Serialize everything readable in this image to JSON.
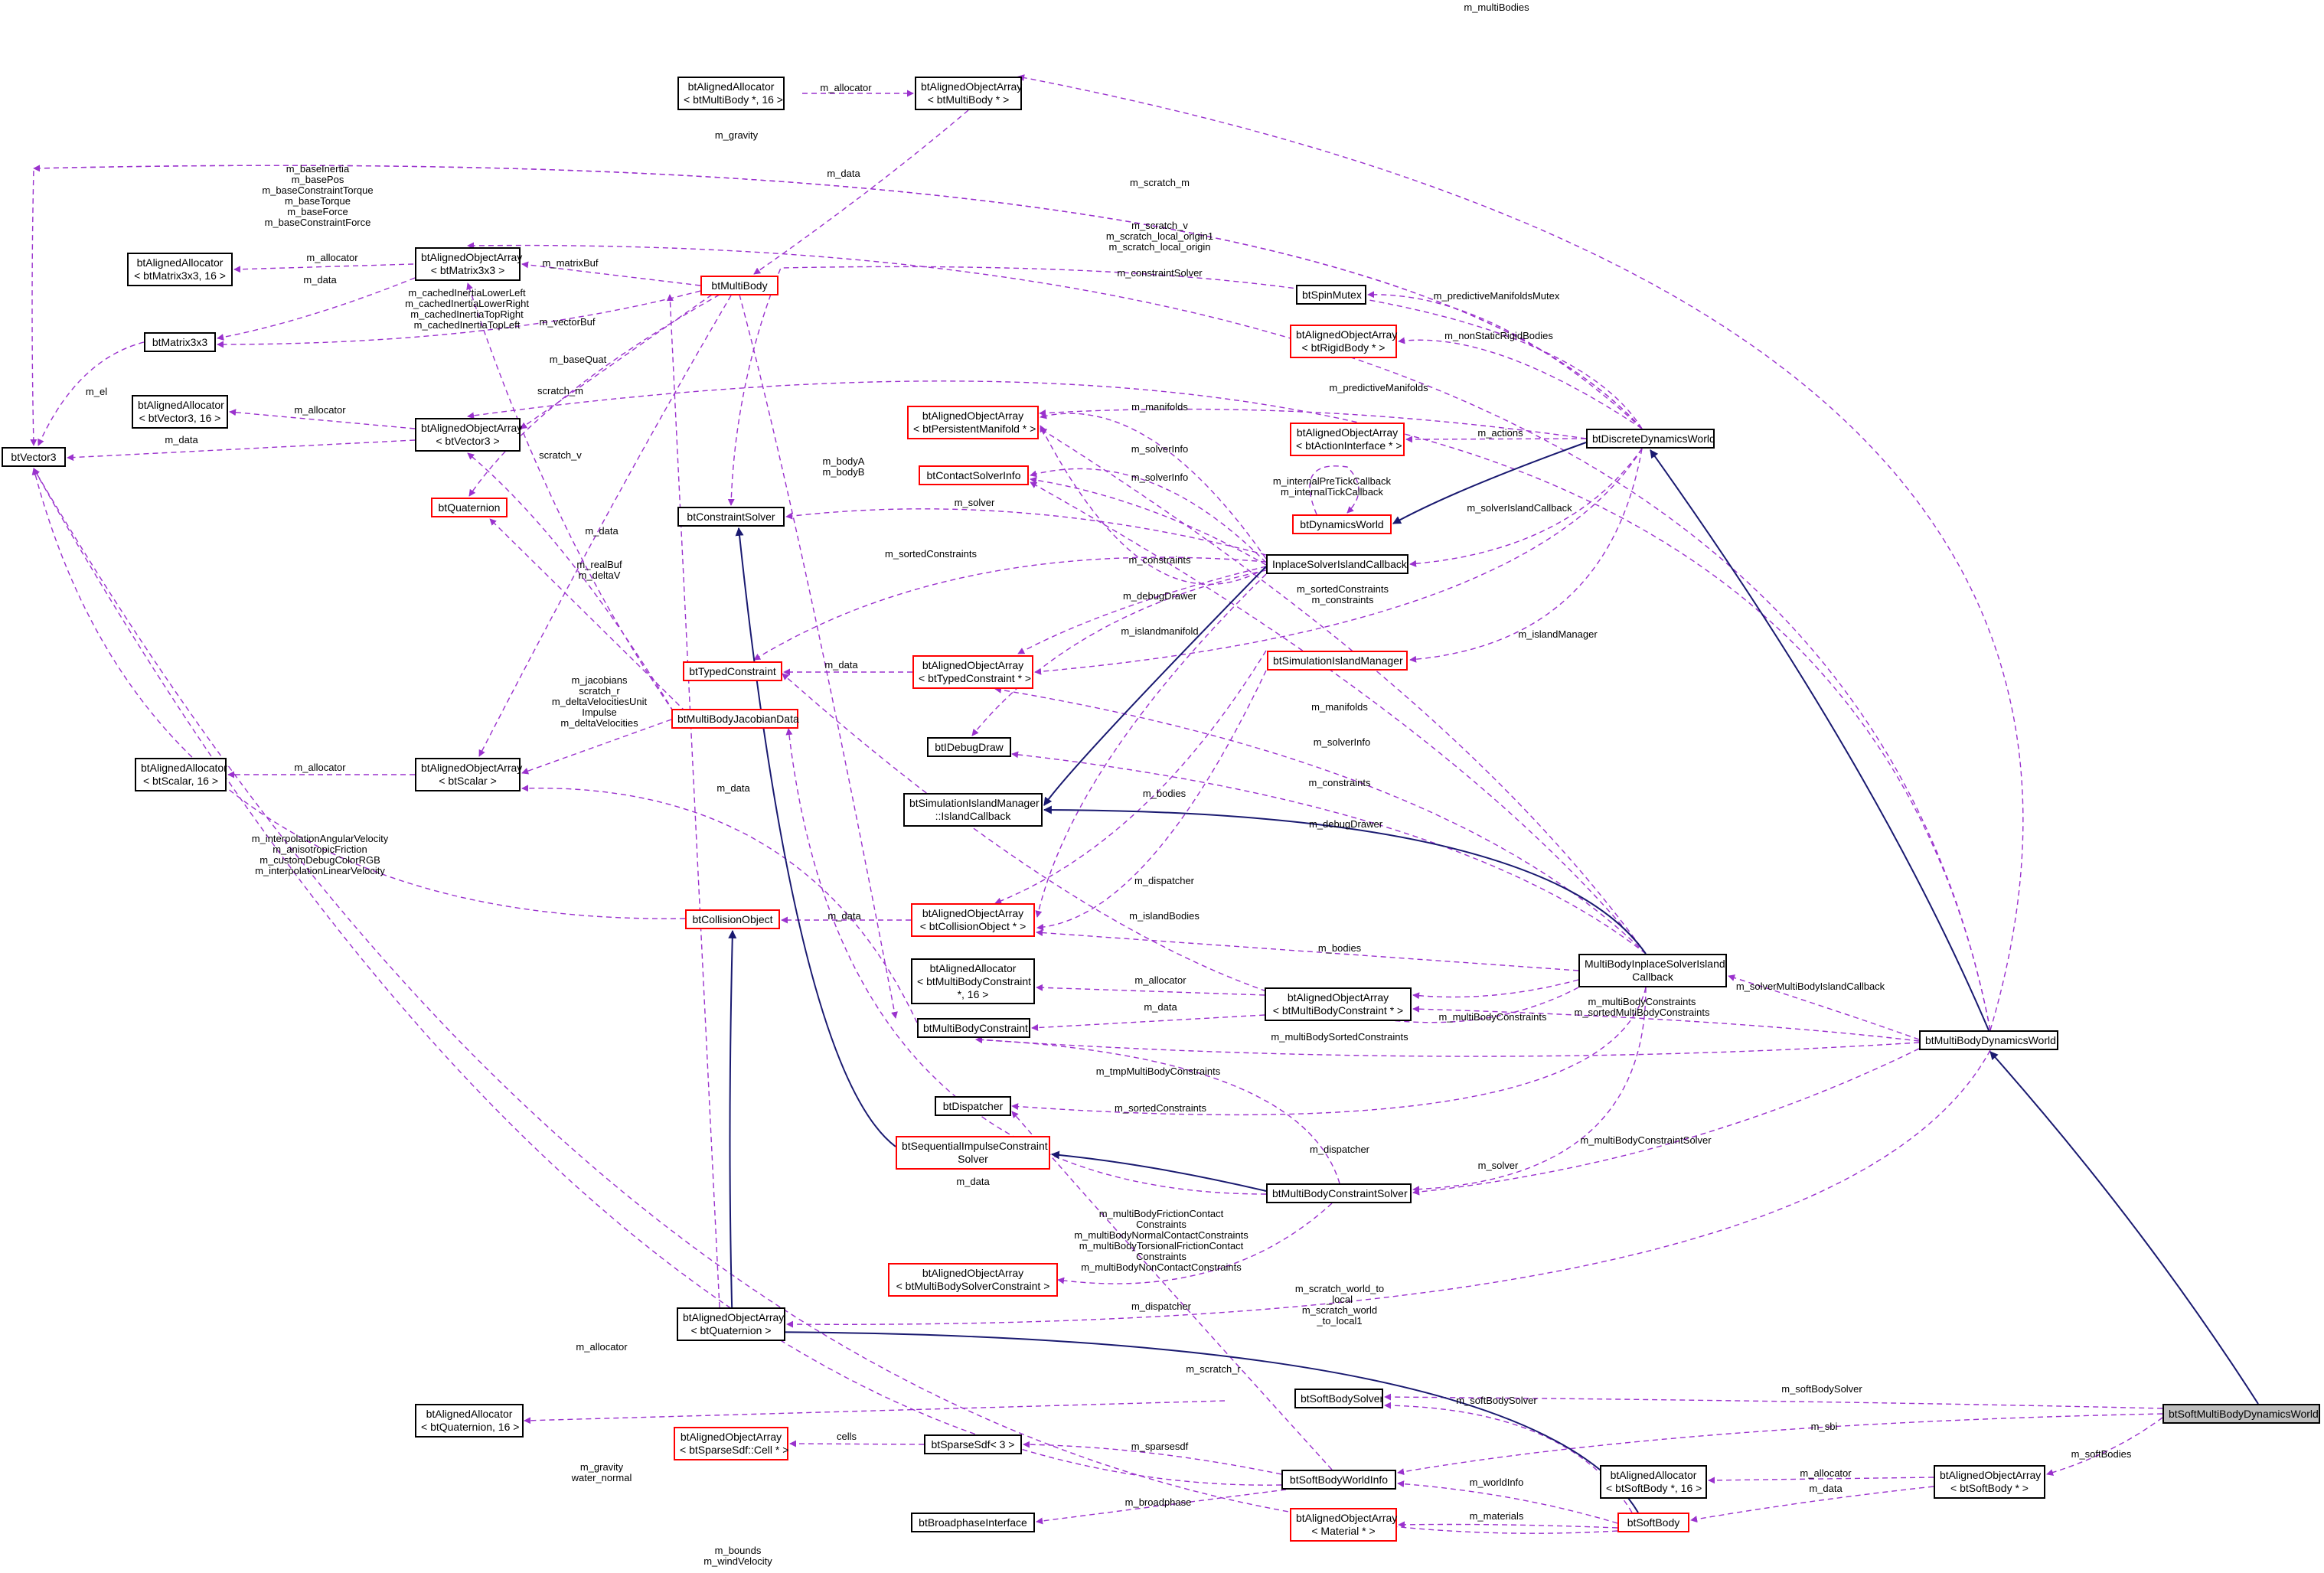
{
  "nodes": {
    "btVector3": [
      "btVector3"
    ],
    "alloc_mb": [
      "btAlignedAllocator",
      "< btMultiBody *, 16 >"
    ],
    "arr_mb": [
      "btAlignedObjectArray",
      "< btMultiBody * >"
    ],
    "alloc_m33": [
      "btAlignedAllocator",
      "< btMatrix3x3, 16 >"
    ],
    "arr_m33": [
      "btAlignedObjectArray",
      "< btMatrix3x3 >"
    ],
    "btMultiBody": [
      "btMultiBody"
    ],
    "btMatrix3x3": [
      "btMatrix3x3"
    ],
    "alloc_v3": [
      "btAlignedAllocator",
      "< btVector3, 16 >"
    ],
    "arr_v3": [
      "btAlignedObjectArray",
      "< btVector3 >"
    ],
    "btQuaternion": [
      "btQuaternion"
    ],
    "alloc_sc": [
      "btAlignedAllocator",
      "< btScalar, 16 >"
    ],
    "arr_sc": [
      "btAlignedObjectArray",
      "< btScalar >"
    ],
    "btSpinMutex": [
      "btSpinMutex"
    ],
    "arr_rb": [
      "btAlignedObjectArray",
      "< btRigidBody * >"
    ],
    "arr_pm": [
      "btAlignedObjectArray",
      "< btPersistentManifold * >"
    ],
    "arr_ai": [
      "btAlignedObjectArray",
      "< btActionInterface * >"
    ],
    "btDiscreteDynamicsWorld": [
      "btDiscreteDynamicsWorld"
    ],
    "btContactSolverInfo": [
      "btContactSolverInfo"
    ],
    "btDynamicsWorld": [
      "btDynamicsWorld"
    ],
    "btConstraintSolver": [
      "btConstraintSolver"
    ],
    "InplaceSolverIslandCallback": [
      "InplaceSolverIslandCallback"
    ],
    "btTypedConstraint": [
      "btTypedConstraint"
    ],
    "arr_tc": [
      "btAlignedObjectArray",
      "< btTypedConstraint * >"
    ],
    "btSimulationIslandManager": [
      "btSimulationIslandManager"
    ],
    "btMultiBodyJacobianData": [
      "btMultiBodyJacobianData"
    ],
    "btIDebugDraw": [
      "btIDebugDraw"
    ],
    "IslandCallback": [
      "btSimulationIslandManager",
      "::IslandCallback"
    ],
    "btCollisionObject": [
      "btCollisionObject"
    ],
    "arr_co": [
      "btAlignedObjectArray",
      "< btCollisionObject * >"
    ],
    "MultiBodyInplaceSolverIslandCallback": [
      "MultiBodyInplaceSolverIsland",
      "Callback"
    ],
    "alloc_mbc": [
      "btAlignedAllocator",
      "< btMultiBodyConstraint",
      "*, 16 >"
    ],
    "arr_mbc": [
      "btAlignedObjectArray",
      "< btMultiBodyConstraint * >"
    ],
    "btMultiBodyConstraint": [
      "btMultiBodyConstraint"
    ],
    "btMultiBodyDynamicsWorld": [
      "btMultiBodyDynamicsWorld"
    ],
    "btDispatcher": [
      "btDispatcher"
    ],
    "btSequentialImpulseConstraintSolver": [
      "btSequentialImpulseConstraint",
      "Solver"
    ],
    "btMultiBodyConstraintSolver": [
      "btMultiBodyConstraintSolver"
    ],
    "arr_mbsc": [
      "btAlignedObjectArray",
      "< btMultiBodySolverConstraint >"
    ],
    "arr_q": [
      "btAlignedObjectArray",
      "< btQuaternion >"
    ],
    "btSoftBodySolver": [
      "btSoftBodySolver"
    ],
    "btSoftMultiBodyDynamicsWorld": [
      "btSoftMultiBodyDynamicsWorld"
    ],
    "alloc_q": [
      "btAlignedAllocator",
      "< btQuaternion, 16 >"
    ],
    "arr_sdf": [
      "btAlignedObjectArray",
      "< btSparseSdf::Cell * >"
    ],
    "btSparseSdf": [
      "btSparseSdf< 3 >"
    ],
    "btSoftBodyWorldInfo": [
      "btSoftBodyWorldInfo"
    ],
    "alloc_sb": [
      "btAlignedAllocator",
      "< btSoftBody *, 16 >"
    ],
    "arr_sb": [
      "btAlignedObjectArray",
      "< btSoftBody * >"
    ],
    "btBroadphaseInterface": [
      "btBroadphaseInterface"
    ],
    "arr_mat": [
      "btAlignedObjectArray",
      "< Material * >"
    ],
    "btSoftBody": [
      "btSoftBody"
    ]
  },
  "labels": {
    "m_multiBodies": [
      "m_multiBodies"
    ],
    "m_allocator_mb": [
      "m_allocator"
    ],
    "m_gravity_top": [
      "m_gravity"
    ],
    "m_data_mb": [
      "m_data"
    ],
    "m_scratch_m": [
      "m_scratch_m"
    ],
    "base_group": [
      "m_baseInertia",
      "m_basePos",
      "m_baseConstraintTorque",
      "m_baseTorque",
      "m_baseForce",
      "m_baseConstraintForce"
    ],
    "scratch_v_group": [
      "m_scratch_v",
      "m_scratch_local_origin1",
      "m_scratch_local_origin"
    ],
    "m_constraintSolver": [
      "m_constraintSolver"
    ],
    "m_allocator_m33": [
      "m_allocator"
    ],
    "m_matrixBuf": [
      "m_matrixBuf"
    ],
    "m_data_m33": [
      "m_data"
    ],
    "cached_group": [
      "m_cachedInertiaLowerLeft",
      "m_cachedInertiaLowerRight",
      "m_cachedInertiaTopRight",
      "m_cachedInertiaTopLeft"
    ],
    "m_vectorBuf": [
      "m_vectorBuf"
    ],
    "m_predictiveManifoldsMutex": [
      "m_predictiveManifoldsMutex"
    ],
    "m_nonStaticRigidBodies": [
      "m_nonStaticRigidBodies"
    ],
    "m_el": [
      "m_el"
    ],
    "m_allocator_v3": [
      "m_allocator"
    ],
    "m_baseQuat": [
      "m_baseQuat"
    ],
    "scratch_m": [
      "scratch_m"
    ],
    "m_data_v3": [
      "m_data"
    ],
    "m_predictiveManifolds": [
      "m_predictiveManifolds"
    ],
    "m_manifolds_top": [
      "m_manifolds"
    ],
    "m_actions": [
      "m_actions"
    ],
    "scratch_v": [
      "scratch_v"
    ],
    "m_bodyAB": [
      "m_bodyA",
      "m_bodyB"
    ],
    "m_solverInfo_a": [
      "m_solverInfo"
    ],
    "m_solverInfo_b": [
      "m_solverInfo"
    ],
    "m_internalTick": [
      "m_internalPreTickCallback",
      "m_internalTickCallback"
    ],
    "m_solver_top": [
      "m_solver"
    ],
    "m_solverIslandCallback": [
      "m_solverIslandCallback"
    ],
    "m_data_q": [
      "m_data"
    ],
    "m_realBuf": [
      "m_realBuf",
      "m_deltaV"
    ],
    "m_sortedConstraints_top": [
      "m_sortedConstraints"
    ],
    "m_constraints_top": [
      "m_constraints"
    ],
    "m_debugDrawer_top": [
      "m_debugDrawer"
    ],
    "sorted_constraints_pair": [
      "m_sortedConstraints",
      "m_constraints"
    ],
    "m_islandmanifold": [
      "m_islandmanifold"
    ],
    "m_islandManager": [
      "m_islandManager"
    ],
    "m_data_tc": [
      "m_data"
    ],
    "jacobian_group": [
      "m_jacobians",
      "scratch_r",
      "m_deltaVelocitiesUnit",
      "Impulse",
      "m_deltaVelocities"
    ],
    "m_manifolds_mid": [
      "m_manifolds"
    ],
    "m_allocator_sc": [
      "m_allocator"
    ],
    "m_solverInfo_mid": [
      "m_solverInfo"
    ],
    "m_data_sc": [
      "m_data"
    ],
    "m_constraints_mid": [
      "m_constraints"
    ],
    "m_bodies_top": [
      "m_bodies"
    ],
    "m_debugDrawer_mid": [
      "m_debugDrawer"
    ],
    "interp_group": [
      "m_interpolationAngularVelocity",
      "m_anisotropicFriction",
      "m_customDebugColorRGB",
      "m_interpolationLinearVelocity"
    ],
    "m_dispatcher_top": [
      "m_dispatcher"
    ],
    "m_data_co": [
      "m_data"
    ],
    "m_islandBodies": [
      "m_islandBodies"
    ],
    "m_bodies_mid": [
      "m_bodies"
    ],
    "m_allocator_mbc": [
      "m_allocator"
    ],
    "m_solverMultiBodyIslandCallback": [
      "m_solverMultiBodyIslandCallback"
    ],
    "m_data_mbc": [
      "m_data"
    ],
    "mb_constraints_pair": [
      "m_multiBodyConstraints",
      "m_sortedMultiBodyConstraints"
    ],
    "m_multiBodyConstraints_mid": [
      "m_multiBodyConstraints"
    ],
    "m_multiBodySortedConstraints": [
      "m_multiBodySortedConstraints"
    ],
    "m_tmpMultiBodyConstraints": [
      "m_tmpMultiBodyConstraints"
    ],
    "m_sortedConstraints_mid": [
      "m_sortedConstraints"
    ],
    "m_dispatcher_mid": [
      "m_dispatcher"
    ],
    "m_multiBodyConstraintSolver": [
      "m_multiBodyConstraintSolver"
    ],
    "m_solver_bottom": [
      "m_solver"
    ],
    "m_data_jac": [
      "m_data"
    ],
    "contact_group": [
      "m_multiBodyFrictionContact",
      "Constraints",
      "m_multiBodyNormalContactConstraints",
      "m_multiBodyTorsionalFrictionContact",
      "Constraints",
      "m_multiBodyNonContactConstraints"
    ],
    "m_dispatcher_bottom": [
      "m_dispatcher"
    ],
    "scratch_world_group": [
      "m_scratch_world_to",
      "_local",
      "m_scratch_world",
      "_to_local1"
    ],
    "m_allocator_q": [
      "m_allocator"
    ],
    "m_scratch_r": [
      "m_scratch_r"
    ],
    "m_softBodySolver_top": [
      "m_softBodySolver"
    ],
    "m_softBodySolver_mid": [
      "m_softBodySolver"
    ],
    "m_sbi": [
      "m_sbi"
    ],
    "cells": [
      "cells"
    ],
    "m_sparsesdf": [
      "m_sparsesdf"
    ],
    "m_softBodies": [
      "m_softBodies"
    ],
    "gravity_water": [
      "m_gravity",
      "water_normal"
    ],
    "m_worldInfo": [
      "m_worldInfo"
    ],
    "m_allocator_sb": [
      "m_allocator"
    ],
    "m_data_sb": [
      "m_data"
    ],
    "m_broadphase": [
      "m_broadphase"
    ],
    "m_materials": [
      "m_materials"
    ],
    "bounds_group": [
      "m_bounds",
      "m_windVelocity"
    ]
  },
  "colors": {
    "usage_edge": "#9a32cd",
    "inheritance_edge": "#191970",
    "node_border": "#000000",
    "node_border_undocumented": "#ff0000",
    "highlight_fill": "#bfbfbf"
  }
}
